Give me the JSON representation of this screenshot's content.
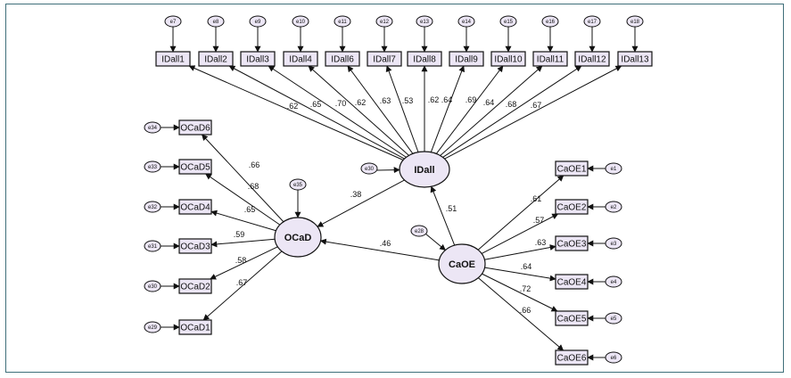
{
  "latents": [
    {
      "id": "IDall",
      "label": "IDall",
      "error": "e30"
    },
    {
      "id": "OCaD",
      "label": "OCaD",
      "error": "e35"
    },
    {
      "id": "CaOE",
      "label": "CaOE",
      "error": "e28"
    }
  ],
  "indicators": [
    {
      "id": "IDall1",
      "label": "IDall1",
      "error": "e7",
      "factor": "IDall",
      "coef": ".62"
    },
    {
      "id": "IDall2",
      "label": "IDall2",
      "error": "e8",
      "factor": "IDall",
      "coef": ".65"
    },
    {
      "id": "IDall3",
      "label": "IDall3",
      "error": "e9",
      "factor": "IDall",
      "coef": ".70"
    },
    {
      "id": "IDall4",
      "label": "IDall4",
      "error": "e10",
      "factor": "IDall",
      "coef": ".62"
    },
    {
      "id": "IDall6",
      "label": "IDall6",
      "error": "e11",
      "factor": "IDall",
      "coef": ".63"
    },
    {
      "id": "IDall7",
      "label": "IDall7",
      "error": "e12",
      "factor": "IDall",
      "coef": ".53"
    },
    {
      "id": "IDall8",
      "label": "IDall8",
      "error": "e13",
      "factor": "IDall",
      "coef": ".62"
    },
    {
      "id": "IDall9",
      "label": "IDall9",
      "error": "e14",
      "factor": "IDall",
      "coef": ".64"
    },
    {
      "id": "IDall10",
      "label": "IDall10",
      "error": "e15",
      "factor": "IDall",
      "coef": ".69"
    },
    {
      "id": "IDall11",
      "label": "IDall11",
      "error": "e16",
      "factor": "IDall",
      "coef": ".64"
    },
    {
      "id": "IDall12",
      "label": "IDall12",
      "error": "e17",
      "factor": "IDall",
      "coef": ".68"
    },
    {
      "id": "IDall13",
      "label": "IDall13",
      "error": "e18",
      "factor": "IDall",
      "coef": ".67"
    },
    {
      "id": "OCaD6",
      "label": "OCaD6",
      "error": "e34",
      "factor": "OCaD",
      "coef": ".66"
    },
    {
      "id": "OCaD5",
      "label": "OCaD5",
      "error": "e33",
      "factor": "OCaD",
      "coef": ".68"
    },
    {
      "id": "OCaD4",
      "label": "OCaD4",
      "error": "e32",
      "factor": "OCaD",
      "coef": ".65"
    },
    {
      "id": "OCaD3",
      "label": "OCaD3",
      "error": "e31",
      "factor": "OCaD",
      "coef": ".59"
    },
    {
      "id": "OCaD2",
      "label": "OCaD2",
      "error": "e30",
      "factor": "OCaD",
      "coef": ".58"
    },
    {
      "id": "OCaD1",
      "label": "OCaD1",
      "error": "e29",
      "factor": "OCaD",
      "coef": ".67"
    },
    {
      "id": "CaOE1",
      "label": "CaOE1",
      "error": "e1",
      "factor": "CaOE",
      "coef": ".61"
    },
    {
      "id": "CaOE2",
      "label": "CaOE2",
      "error": "e2",
      "factor": "CaOE",
      "coef": ".57"
    },
    {
      "id": "CaOE3",
      "label": "CaOE3",
      "error": "e3",
      "factor": "CaOE",
      "coef": ".63"
    },
    {
      "id": "CaOE4",
      "label": "CaOE4",
      "error": "e4",
      "factor": "CaOE",
      "coef": ".64"
    },
    {
      "id": "CaOE5",
      "label": "CaOE5",
      "error": "e5",
      "factor": "CaOE",
      "coef": ".72"
    },
    {
      "id": "CaOE6",
      "label": "CaOE6",
      "error": "e6",
      "factor": "CaOE",
      "coef": ".66"
    }
  ],
  "structural_paths": [
    {
      "from": "CaOE",
      "to": "IDall",
      "coef": ".51"
    },
    {
      "from": "IDall",
      "to": "OCaD",
      "coef": ".38"
    },
    {
      "from": "CaOE",
      "to": "OCaD",
      "coef": ".46"
    }
  ]
}
